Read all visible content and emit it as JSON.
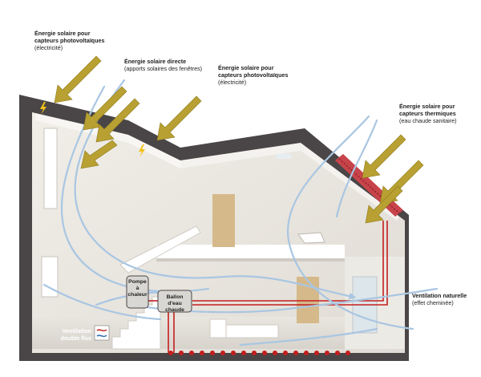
{
  "labels": {
    "pv_left": {
      "title": "Énergie solaire pour\ncapteurs photovoltaïques",
      "sub": "(électricité)"
    },
    "direct": {
      "title": "Énergie solaire directe",
      "sub": "(apports solaires des fenêtres)"
    },
    "pv_right": {
      "title": "Énergie solaire pour\ncapteurs photovoltaïques",
      "sub": "(électricité)"
    },
    "thermal": {
      "title": "Énergie solaire pour\ncapteurs thermiques",
      "sub": "(eau chaude sanitaire)"
    },
    "natural_vent": {
      "title": "Ventilation naturelle",
      "sub": "(effet cheminée)"
    }
  },
  "boxes": {
    "heat_pump": "Pompe\nà\nchaleur",
    "water_tank": "Ballon\nd'eau chaude"
  },
  "ventilation": "Ventilation\ndouble flux",
  "colors": {
    "wall": "#4a4546",
    "arrow": "#b8a032",
    "airflow": "#a9c6e2",
    "pipe": "#c41e1e",
    "bolt": "#f2c21a"
  }
}
